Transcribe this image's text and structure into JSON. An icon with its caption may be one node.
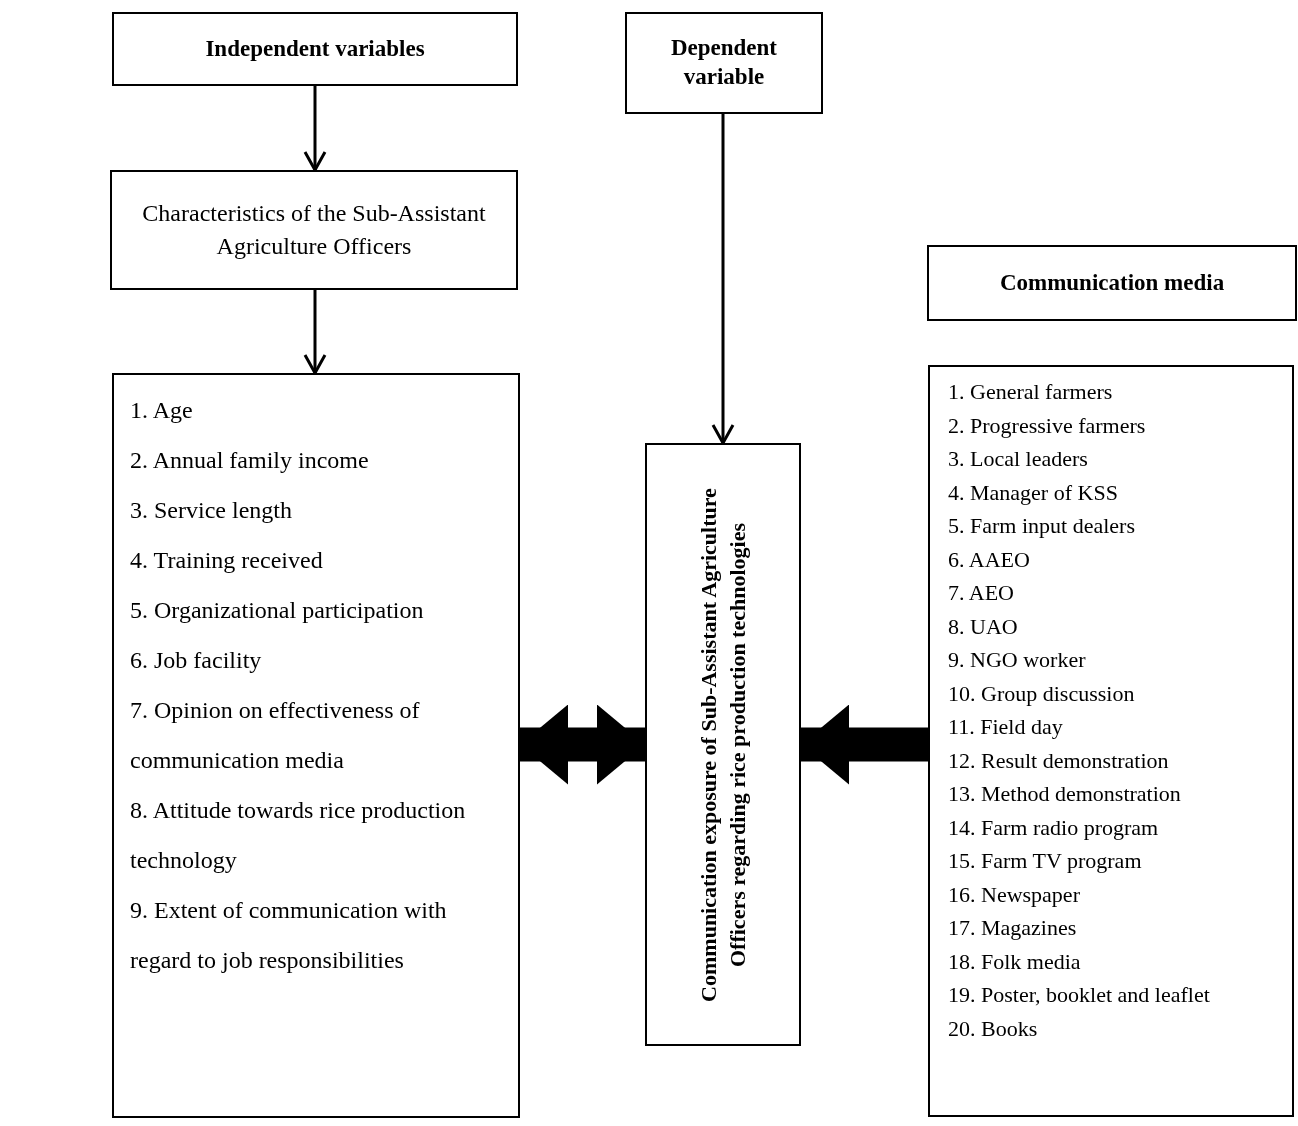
{
  "diagram": {
    "nodes": [
      {
        "text": [
          "Independent variables"
        ]
      },
      {
        "text": [
          "Dependent variable"
        ]
      },
      {
        "text": [
          "Characteristics of the Sub-Assistant Agriculture Officers"
        ]
      },
      {
        "text": [
          "1. Age",
          "2. Annual family income",
          "3. Service length",
          "4. Training received",
          "5. Organizational participation",
          "6. Job facility",
          "7. Opinion on effectiveness of communication media",
          "8. Attitude towards rice production technology",
          "9. Extent of communication with regard to job responsibilities"
        ]
      },
      {
        "text": [
          "Communication media"
        ]
      },
      {
        "text": [
          "Communication exposure of Sub-Assistant Agriculture Officers regarding rice production technologies"
        ]
      },
      {
        "text": [
          "1. General farmers",
          "2. Progressive farmers",
          "3. Local leaders",
          "4. Manager of KSS",
          "5. Farm input dealers",
          "6. AAEO",
          "7. AEO",
          "8. UAO",
          "9. NGO worker",
          "10. Group discussion",
          "11. Field day",
          "12. Result demonstration",
          "13. Method demonstration",
          "14. Farm radio program",
          "15. Farm TV program",
          "16. Newspaper",
          "17. Magazines",
          "18. Folk media",
          "19. Poster, booklet and leaflet",
          "20. Books"
        ]
      }
    ],
    "edges": [
      {
        "from": 0,
        "to": 2,
        "arrow": "to"
      },
      {
        "from": 2,
        "to": 3,
        "arrow": "to"
      },
      {
        "from": 1,
        "to": 5,
        "arrow": "to"
      },
      {
        "from": 3,
        "to": 5,
        "arrow": "both",
        "style": "thick"
      },
      {
        "from": 6,
        "to": 5,
        "arrow": "to",
        "style": "thick"
      }
    ]
  }
}
